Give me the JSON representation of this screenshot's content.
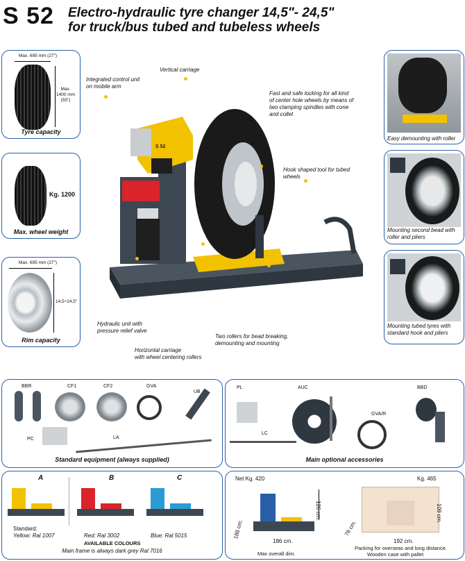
{
  "header": {
    "model": "S 52",
    "title_line1": "Electro-hydraulic tyre changer 14,5\"- 24,5\"",
    "title_line2": "for truck/bus tubed and tubeless wheels"
  },
  "left_boxes": {
    "tyre": {
      "max_width": "Max. 695 mm (27\")",
      "max_height": "Max.\n1400 mm\n(55\")",
      "caption": "Tyre capacity"
    },
    "weight": {
      "value": "Kg. 1200",
      "caption": "Max. wheel weight"
    },
    "rim": {
      "max_width": "Max. 695 mm (27\")",
      "range": "14,5÷24,5\"",
      "caption": "Rim capacity"
    }
  },
  "callouts": {
    "control_unit": "Integrated control unit\non mobile arm",
    "vertical_carriage": "Vertical carriage",
    "locking": "Fast and safe locking for all kind\nof center hole wheels by means of\ntwo clamping spindles with cone\nand collet",
    "hook_tool": "Hook shaped tool for tubed\nwheels",
    "hydraulic": "Hydraulic unit with\npressure relief valve",
    "horizontal_carriage": "Horizontal carriage\nwith wheel centering rollers",
    "two_rollers": "Two rollers for bead breaking,\ndemounting and mounting",
    "machine_badge": "S 52"
  },
  "right_thumbs": {
    "easy_demount": "Easy demounting with roller",
    "second_bead": "Mounting second bead with\nroller and pliers",
    "tubed": "Mounting tubed tyres with\nstandard hook and pliers"
  },
  "standard_equipment": {
    "caption": "Standard equipment (always supplied)",
    "labels": [
      "BBR",
      "CF1",
      "CF2",
      "GVA",
      "UB",
      "PC",
      "LA"
    ]
  },
  "optional_accessories": {
    "caption": "Main optional accessories",
    "labels": [
      "PL",
      "AUC",
      "BBD",
      "GVA/R",
      "LC"
    ]
  },
  "colours": {
    "letters": [
      "A",
      "B",
      "C"
    ],
    "standard_label": "Standard:",
    "yellow": "Yellow: Ral 1007",
    "red": "Red: Ral 3002",
    "blue": "Blue: Ral 5015",
    "available": "AVAILABLE COLOURS",
    "frame_note": "Main frame is always dark grey Ral 7016",
    "accent_yellow": "#f2c200",
    "accent_red": "#d8242a",
    "accent_blue": "#2a9bd4",
    "frame_grey": "#3d4752"
  },
  "dimensions": {
    "net_weight": "Net Kg. 420",
    "height": "126 cm.",
    "depth": "188 cm.",
    "length": "186 cm.",
    "max_overall": "Max overall dim.",
    "crate_weight": "Kg. 465",
    "crate_height": "109 cm.",
    "crate_depth": "76 cm.",
    "crate_length": "192 cm.",
    "packing_note_line1": "Packing for overseas and long distance.",
    "packing_note_line2": "Wooden case with pallet"
  }
}
